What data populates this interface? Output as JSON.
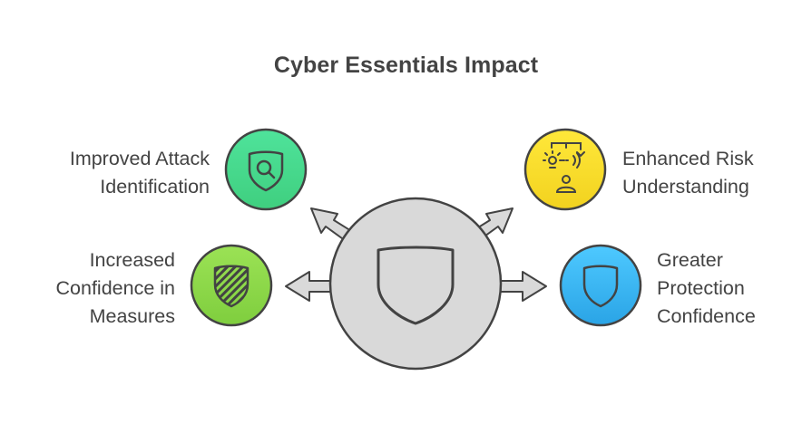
{
  "title": "Cyber Essentials Impact",
  "items": [
    {
      "id": "improved-attack-identification",
      "lines": [
        "Improved Attack",
        "Identification"
      ],
      "icon": "shield-search-icon",
      "color": "#4cd98f"
    },
    {
      "id": "increased-confidence-in-measures",
      "lines": [
        "Increased",
        "Confidence in",
        "Measures"
      ],
      "icon": "shield-striped-icon",
      "color": "#8ed94a"
    },
    {
      "id": "enhanced-risk-understanding",
      "lines": [
        "Enhanced Risk",
        "Understanding"
      ],
      "icon": "risk-analysis-icon",
      "color": "#f7dd2e"
    },
    {
      "id": "greater-protection-confidence",
      "lines": [
        "Greater",
        "Protection",
        "Confidence"
      ],
      "icon": "shield-icon",
      "color": "#3bb6f0"
    }
  ],
  "center": {
    "icon": "shield-icon",
    "color": "#d9d9d9"
  }
}
